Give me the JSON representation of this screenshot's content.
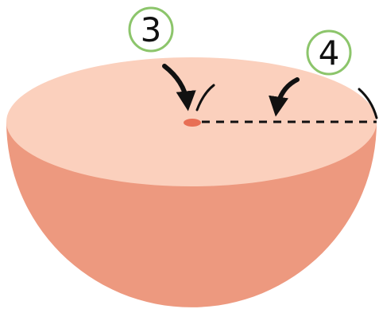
{
  "diagram": {
    "callouts": [
      {
        "label": "3",
        "target": "center-point"
      },
      {
        "label": "4",
        "target": "radius-line"
      }
    ],
    "colors": {
      "bowl_body": "#ed997f",
      "top_face": "#fbd0bd",
      "center_point": "#e86f55",
      "callout_ring": "#8cc56b",
      "arrow": "#111111",
      "dashed_line": "#111111"
    }
  }
}
